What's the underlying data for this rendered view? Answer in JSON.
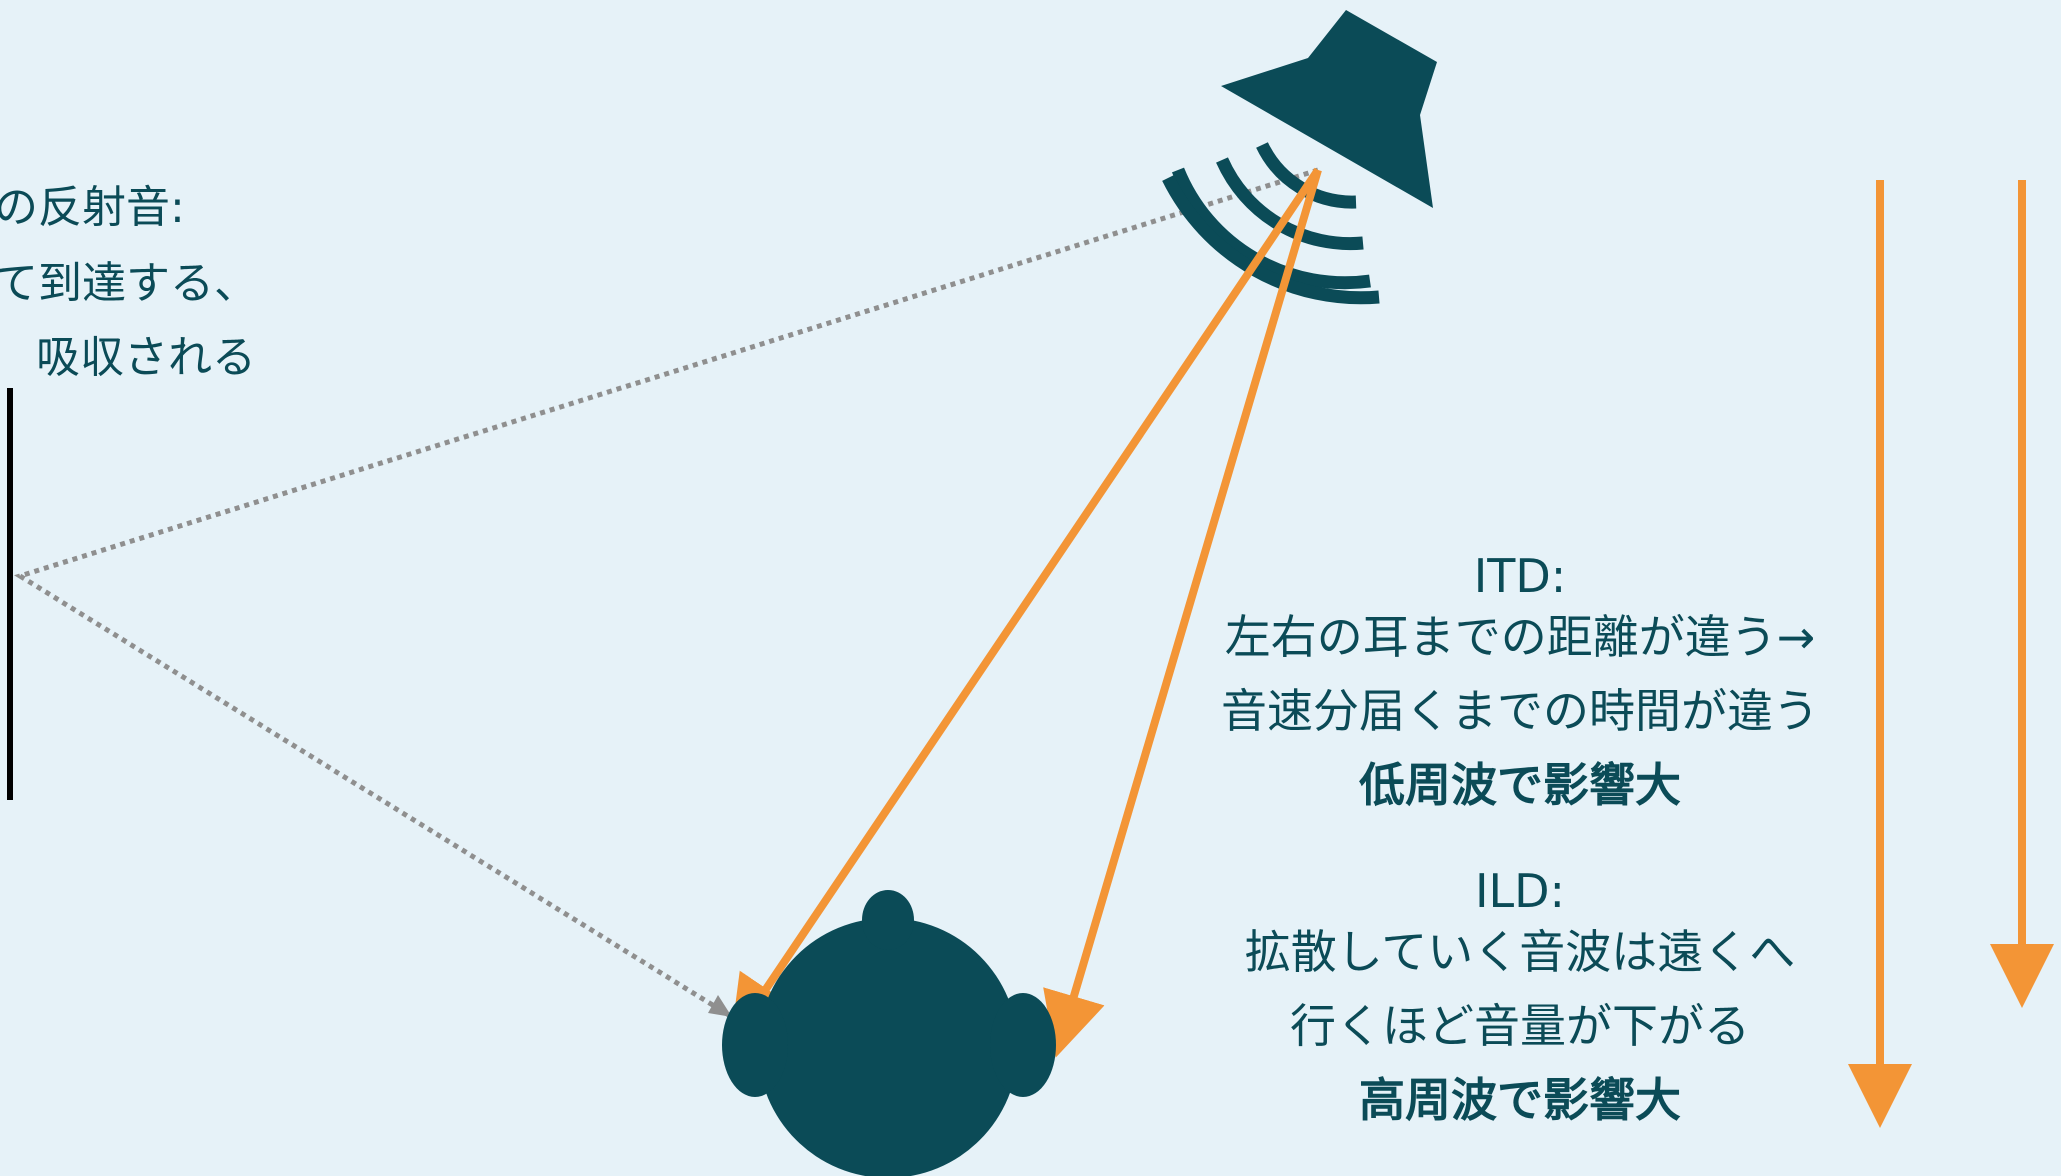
{
  "reflection": {
    "line1": "の反射音:",
    "line2": "て到達する、",
    "line3": "吸収される"
  },
  "itd": {
    "heading": "ITD:",
    "line1": "左右の耳までの距離が違う→",
    "line2": "音速分届くまでの時間が違う",
    "emphasis": "低周波で影響大"
  },
  "ild": {
    "heading": "ILD:",
    "line1": "拡散していく音波は遠くへ",
    "line2": "行くほど音量が下がる",
    "emphasis": "高周波で影響大"
  },
  "colors": {
    "background": "#e6f2f8",
    "dark_teal": "#0b4b57",
    "orange_arrow": "#f39536",
    "reflection_path": "#8f8f8f",
    "wall": "#000000"
  },
  "icons": [
    "speaker-icon",
    "sound-wave-icon",
    "head-icon",
    "wall"
  ]
}
